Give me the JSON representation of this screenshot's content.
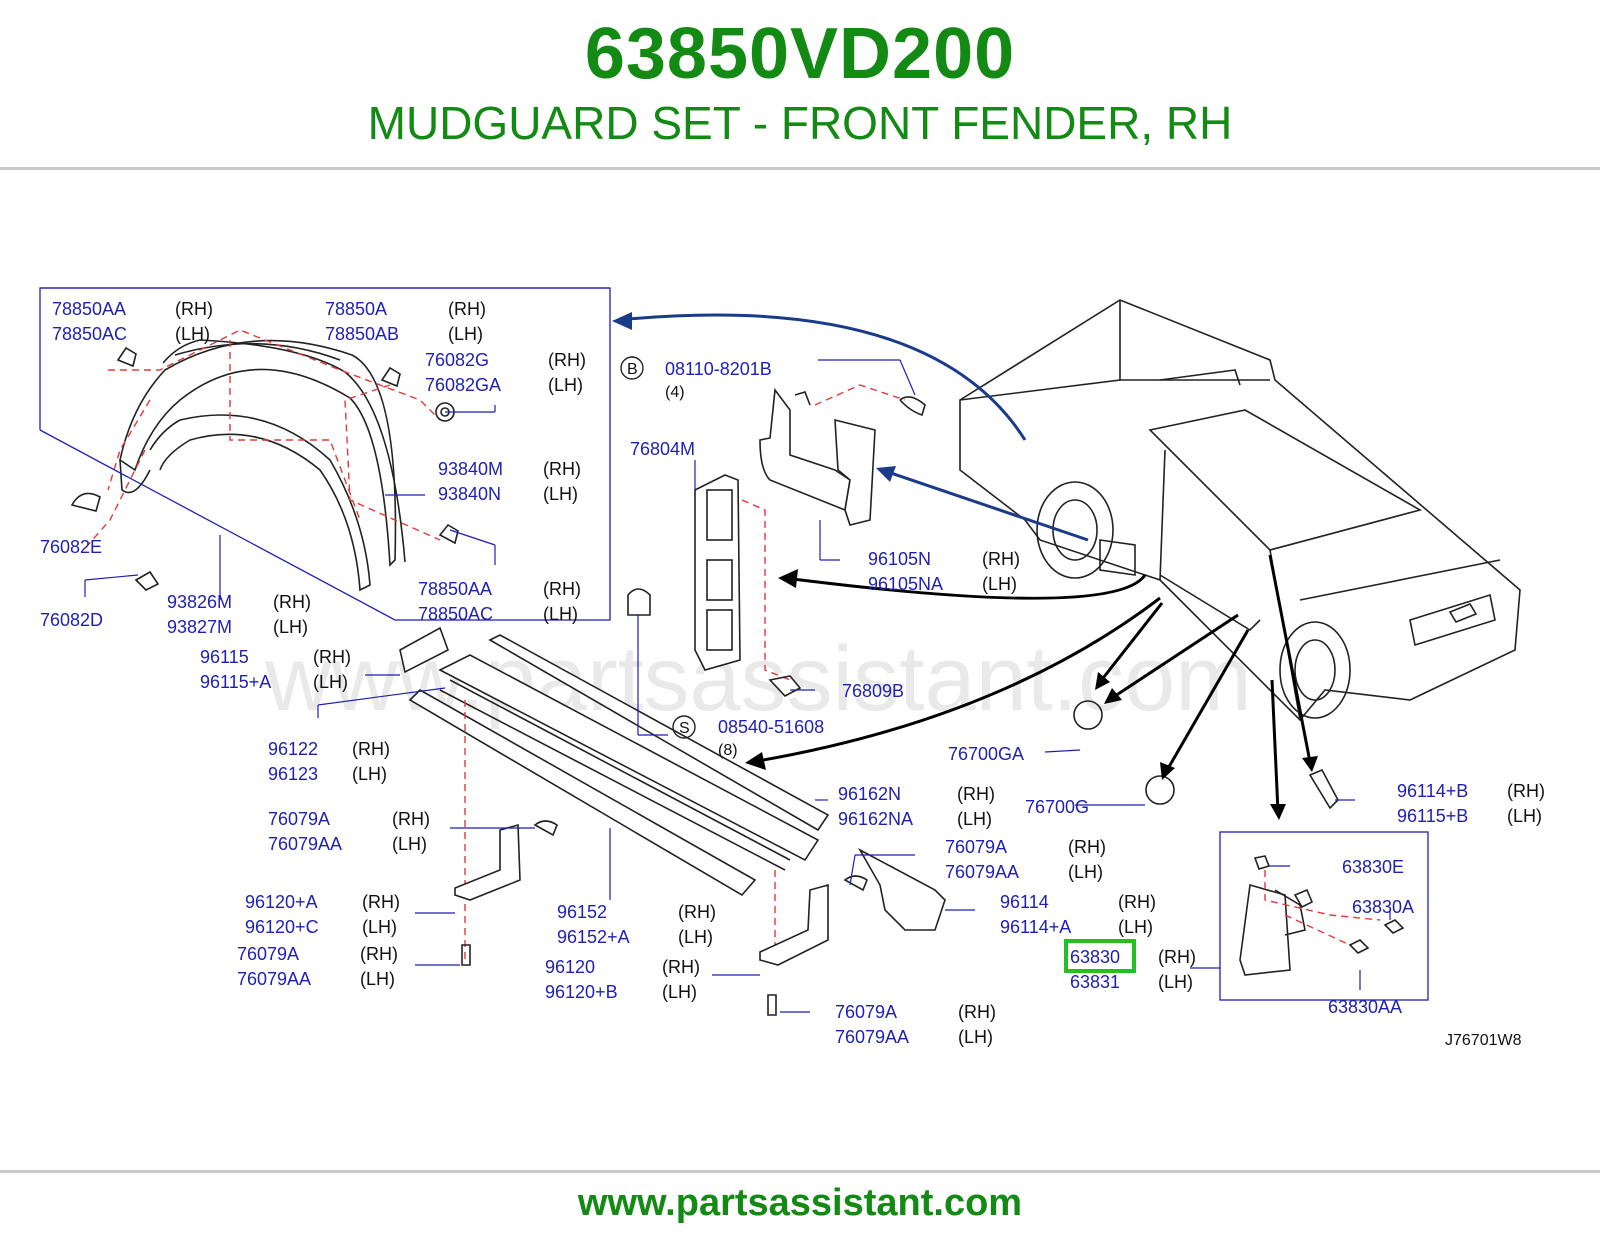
{
  "header": {
    "part_number": "63850VD200",
    "description": "MUDGUARD SET - FRONT FENDER, RH"
  },
  "footer": {
    "url": "www.partsassistant.com"
  },
  "diagram": {
    "watermark": "www.partsassistant.com",
    "drawing_code": "J76701W8",
    "highlighted_part": "63830",
    "callouts": {
      "c01": {
        "pn": "78850AA",
        "side": "(RH)"
      },
      "c02": {
        "pn": "78850AC",
        "side": "(LH)"
      },
      "c03": {
        "pn": "78850A",
        "side": "(RH)"
      },
      "c04": {
        "pn": "78850AB",
        "side": "(LH)"
      },
      "c05": {
        "pn": "76082G",
        "side": "(RH)"
      },
      "c06": {
        "pn": "76082GA",
        "side": "(LH)"
      },
      "c07": {
        "pn": "93840M",
        "side": "(RH)"
      },
      "c08": {
        "pn": "93840N",
        "side": "(LH)"
      },
      "c09": {
        "pn": "76082E",
        "side": ""
      },
      "c10": {
        "pn": "76082D",
        "side": ""
      },
      "c11": {
        "pn": "93826M",
        "side": "(RH)"
      },
      "c12": {
        "pn": "93827M",
        "side": "(LH)"
      },
      "c13": {
        "pn": "78850AA",
        "side": "(RH)"
      },
      "c14": {
        "pn": "78850AC",
        "side": "(LH)"
      },
      "c15": {
        "pn": "08110-8201B",
        "side": "",
        "badge": "B",
        "qty": "(4)"
      },
      "c16": {
        "pn": "76804M",
        "side": ""
      },
      "c17": {
        "pn": "96105N",
        "side": "(RH)"
      },
      "c18": {
        "pn": "96105NA",
        "side": "(LH)"
      },
      "c19": {
        "pn": "96115",
        "side": "(RH)"
      },
      "c20": {
        "pn": "96115+A",
        "side": "(LH)"
      },
      "c21": {
        "pn": "76809B",
        "side": ""
      },
      "c22": {
        "pn": "08540-51608",
        "side": "",
        "badge": "S",
        "qty": "(8)"
      },
      "c23": {
        "pn": "96122",
        "side": "(RH)"
      },
      "c24": {
        "pn": "96123",
        "side": "(LH)"
      },
      "c25": {
        "pn": "76700GA",
        "side": ""
      },
      "c26": {
        "pn": "96162N",
        "side": "(RH)"
      },
      "c27": {
        "pn": "96162NA",
        "side": "(LH)"
      },
      "c28": {
        "pn": "76700G",
        "side": ""
      },
      "c29": {
        "pn": "96114+B",
        "side": "(RH)"
      },
      "c30": {
        "pn": "96115+B",
        "side": "(LH)"
      },
      "c31": {
        "pn": "76079A",
        "side": "(RH)"
      },
      "c32": {
        "pn": "76079AA",
        "side": "(LH)"
      },
      "c33": {
        "pn": "76079A",
        "side": "(RH)"
      },
      "c34": {
        "pn": "76079AA",
        "side": "(LH)"
      },
      "c35": {
        "pn": "63830E",
        "side": ""
      },
      "c36": {
        "pn": "96120+A",
        "side": "(RH)"
      },
      "c37": {
        "pn": "96120+C",
        "side": "(LH)"
      },
      "c38": {
        "pn": "96152",
        "side": "(RH)"
      },
      "c39": {
        "pn": "96152+A",
        "side": "(LH)"
      },
      "c40": {
        "pn": "96114",
        "side": "(RH)"
      },
      "c41": {
        "pn": "96114+A",
        "side": "(LH)"
      },
      "c42": {
        "pn": "63830A",
        "side": ""
      },
      "c43": {
        "pn": "76079A",
        "side": "(RH)"
      },
      "c44": {
        "pn": "76079AA",
        "side": "(LH)"
      },
      "c45": {
        "pn": "96120",
        "side": "(RH)"
      },
      "c46": {
        "pn": "96120+B",
        "side": "(LH)"
      },
      "c47": {
        "pn": "63830",
        "side": "(RH)"
      },
      "c48": {
        "pn": "63831",
        "side": "(LH)"
      },
      "c49": {
        "pn": "63830AA",
        "side": ""
      },
      "c50": {
        "pn": "76079A",
        "side": "(RH)"
      },
      "c51": {
        "pn": "76079AA",
        "side": "(LH)"
      }
    }
  }
}
